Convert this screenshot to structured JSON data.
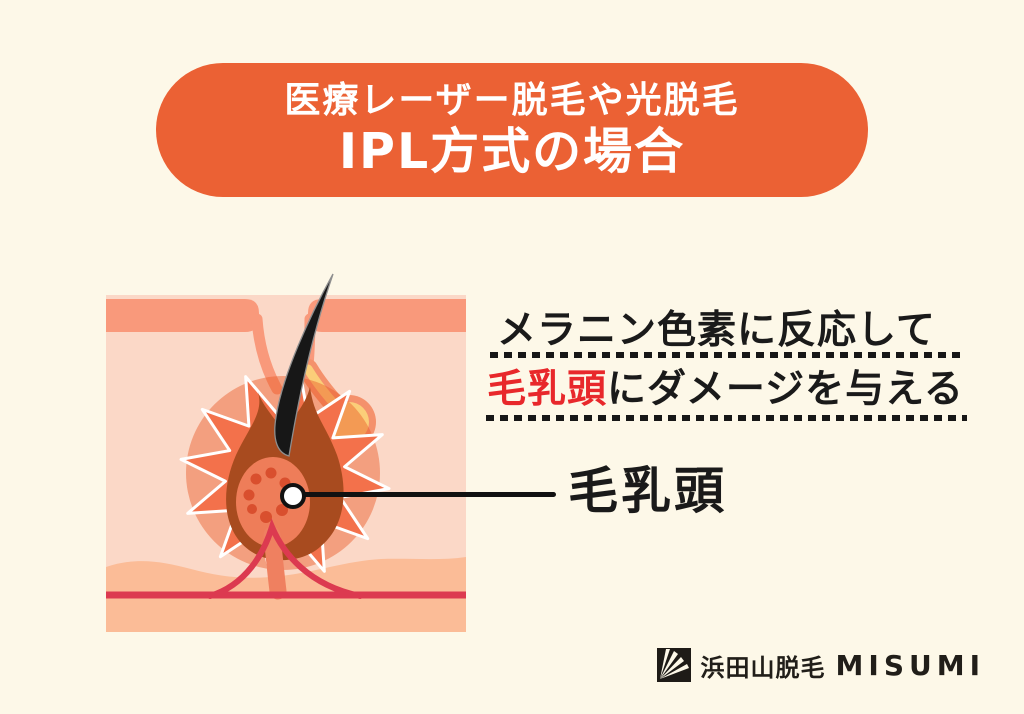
{
  "banner": {
    "subtitle": "医療レーザー脱毛や光脱毛",
    "title": "IPL方式の場合",
    "bg_color": "#EB6134",
    "text_color": "#FFFFFF"
  },
  "description": {
    "line1": "メラニン色素に反応して",
    "line2_highlight": "毛乳頭",
    "line2_rest": "にダメージを与える",
    "highlight_color": "#E8282B",
    "text_color": "#1A1A1A"
  },
  "callout": {
    "label": "毛乳頭"
  },
  "logo": {
    "clinic": "浜田山脱毛",
    "brand": "MISUMI",
    "icon": "fan-rays-square-icon"
  },
  "diagram": {
    "subject": "skin cross-section with hair follicle damaged by IPL light",
    "colors": {
      "background": "#FDF8E8",
      "skin_light": "#FBD8C7",
      "skin_surface_band": "#F9997B",
      "skin_deep": "#FBBC97",
      "starburst": "#F3714B",
      "follicle_flame": "#A84B1F",
      "papilla": "#EE7D59",
      "papilla_dots": "#D94F2E",
      "sebaceous_gland": "#FBCE79",
      "gland_outline": "#F4916C",
      "blood_vessel": "#DC3A50",
      "hair": "#171717"
    }
  }
}
